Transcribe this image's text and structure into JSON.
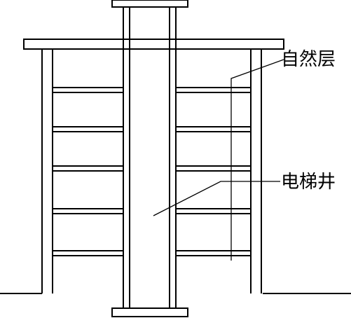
{
  "diagram": {
    "labels": {
      "natural_floor": "自然层",
      "elevator_shaft": "电梯井"
    },
    "floor_count": 5
  }
}
